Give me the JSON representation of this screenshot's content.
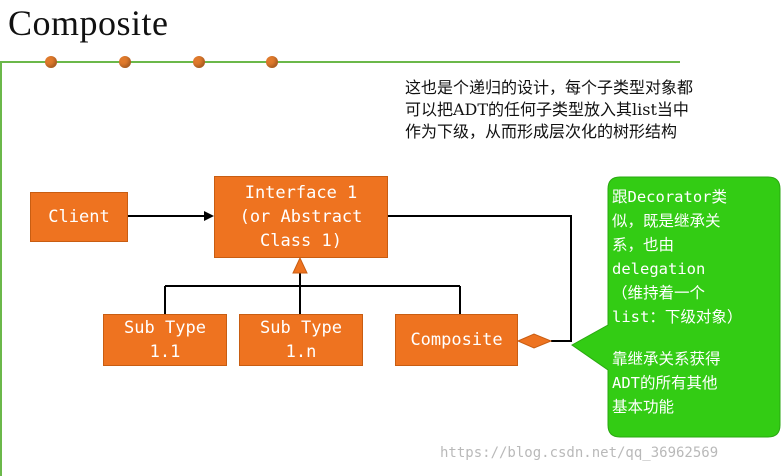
{
  "title": "Composite",
  "note_lines": [
    "这也是个递归的设计，每个子类型对象都",
    "可以把ADT的任何子类型放入其list当中",
    "作为下级，从而形成层次化的树形结构"
  ],
  "boxes": {
    "client": [
      "Client"
    ],
    "interface": [
      "Interface 1",
      "(or Abstract",
      "Class 1)"
    ],
    "sub1": [
      "Sub Type",
      "1.1"
    ],
    "subn": [
      "Sub Type",
      "1.n"
    ],
    "composite": [
      "Composite"
    ]
  },
  "callout_lines": [
    "跟Decorator类",
    "似，既是继承关",
    "系，也由",
    "delegation",
    "（维持着一个",
    "list：下级对象）",
    "",
    "靠继承关系获得",
    "ADT的所有其他",
    "基本功能"
  ],
  "watermark": "https://blog.csdn.net/qq_36962569",
  "colors": {
    "box_fill": "#ee7320",
    "callout_fill": "#33cc14",
    "accent_line": "#6bb84a",
    "dot": "#e07a2c"
  }
}
